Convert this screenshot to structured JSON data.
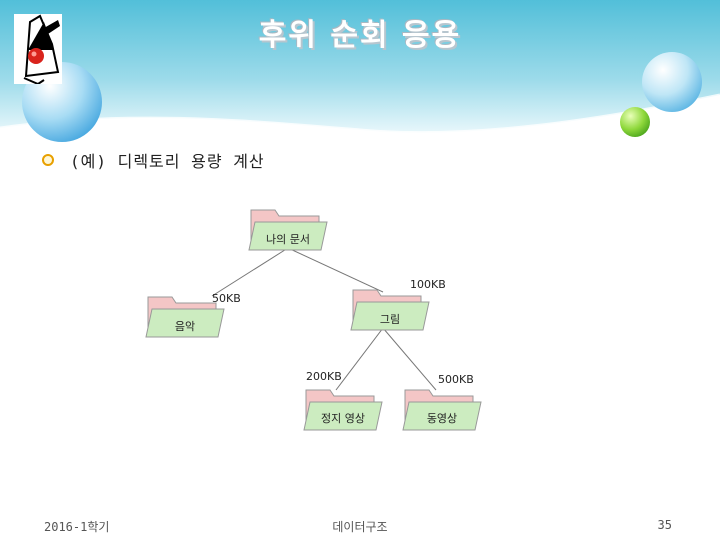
{
  "slide": {
    "title": "후위 순회 응용",
    "bullet": "(예) 디렉토리 용량 계산"
  },
  "tree": {
    "root": "나의 문서",
    "music": "음악",
    "pictures": "그림",
    "still": "정지 영상",
    "video": "동영상",
    "size_music": "50KB",
    "size_pictures": "100KB",
    "size_still": "200KB",
    "size_video": "500KB"
  },
  "footer": {
    "left": "2016-1학기",
    "center": "데이터구조",
    "page": "35"
  },
  "colors": {
    "banner": "#5fc4dc",
    "folder_back": "#f4c6c6",
    "folder_front": "#ccecc0",
    "line": "#777777",
    "bullet": "#e8a000"
  },
  "icons": [
    "java-duke-logo-icon",
    "folder-icon",
    "bullet-icon"
  ]
}
